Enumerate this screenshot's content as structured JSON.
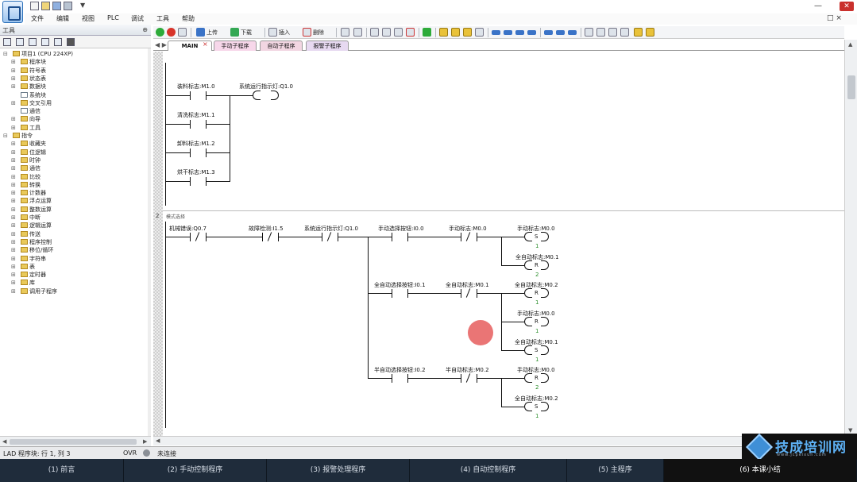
{
  "window": {
    "quick_access_arrow": "▼",
    "minimize": "—",
    "close": "✕"
  },
  "menu": {
    "items": [
      "文件",
      "编辑",
      "视图",
      "PLC",
      "调试",
      "工具",
      "帮助"
    ],
    "right_controls": "□ ×"
  },
  "left_panel": {
    "title": "工具",
    "pin": "⊕",
    "tree": [
      {
        "label": "项目1 (CPU 224XP)",
        "indent": 0,
        "icon": "folder",
        "exp": "⊟"
      },
      {
        "label": "程序块",
        "indent": 1,
        "icon": "folder",
        "exp": "⊞"
      },
      {
        "label": "符号表",
        "indent": 1,
        "icon": "folder",
        "exp": "⊞"
      },
      {
        "label": "状态表",
        "indent": 1,
        "icon": "folder",
        "exp": "⊞"
      },
      {
        "label": "数据块",
        "indent": 1,
        "icon": "folder",
        "exp": "⊞"
      },
      {
        "label": "系统块",
        "indent": 1,
        "icon": "doc",
        "exp": ""
      },
      {
        "label": "交叉引用",
        "indent": 1,
        "icon": "folder",
        "exp": "⊞"
      },
      {
        "label": "通信",
        "indent": 1,
        "icon": "doc",
        "exp": ""
      },
      {
        "label": "向导",
        "indent": 1,
        "icon": "folder",
        "exp": "⊞"
      },
      {
        "label": "工具",
        "indent": 1,
        "icon": "folder",
        "exp": "⊞"
      },
      {
        "label": "指令",
        "indent": 0,
        "icon": "folder",
        "exp": "⊟"
      },
      {
        "label": "收藏夹",
        "indent": 1,
        "icon": "folder",
        "exp": "⊞"
      },
      {
        "label": "位逻辑",
        "indent": 1,
        "icon": "folder",
        "exp": "⊞"
      },
      {
        "label": "时钟",
        "indent": 1,
        "icon": "folder",
        "exp": "⊞"
      },
      {
        "label": "通信",
        "indent": 1,
        "icon": "folder",
        "exp": "⊞"
      },
      {
        "label": "比较",
        "indent": 1,
        "icon": "folder",
        "exp": "⊞"
      },
      {
        "label": "转换",
        "indent": 1,
        "icon": "folder",
        "exp": "⊞"
      },
      {
        "label": "计数器",
        "indent": 1,
        "icon": "folder",
        "exp": "⊞"
      },
      {
        "label": "浮点运算",
        "indent": 1,
        "icon": "folder",
        "exp": "⊞"
      },
      {
        "label": "整数运算",
        "indent": 1,
        "icon": "folder",
        "exp": "⊞"
      },
      {
        "label": "中断",
        "indent": 1,
        "icon": "folder",
        "exp": "⊞"
      },
      {
        "label": "逻辑运算",
        "indent": 1,
        "icon": "folder",
        "exp": "⊞"
      },
      {
        "label": "传送",
        "indent": 1,
        "icon": "folder",
        "exp": "⊞"
      },
      {
        "label": "程序控制",
        "indent": 1,
        "icon": "folder",
        "exp": "⊞"
      },
      {
        "label": "移位/循环",
        "indent": 1,
        "icon": "folder",
        "exp": "⊞"
      },
      {
        "label": "字符串",
        "indent": 1,
        "icon": "folder",
        "exp": "⊞"
      },
      {
        "label": "表",
        "indent": 1,
        "icon": "folder",
        "exp": "⊞"
      },
      {
        "label": "定时器",
        "indent": 1,
        "icon": "folder",
        "exp": "⊞"
      },
      {
        "label": "库",
        "indent": 1,
        "icon": "folder",
        "exp": "⊞"
      },
      {
        "label": "调用子程序",
        "indent": 1,
        "icon": "folder",
        "exp": "⊞"
      }
    ]
  },
  "toolbar": {
    "upload_label": "上传",
    "download_label": "下载",
    "insert_label": "插入",
    "delete_label": "删除"
  },
  "tabs": {
    "nav": "◀ ▶",
    "close": "×",
    "items": [
      {
        "label": "MAIN",
        "bg": "#ffffff",
        "bold": true
      },
      {
        "label": "手动子程序",
        "bg": "#f7d7ea",
        "bold": false
      },
      {
        "label": "自动子程序",
        "bg": "#f2d6e2",
        "bold": false
      },
      {
        "label": "报警子程序",
        "bg": "#e7d9f1",
        "bold": false
      }
    ]
  },
  "network1": {
    "contacts": [
      "装料标志:M1.0",
      "清洗标志:M1.1",
      "卸料标志:M1.2",
      "烘干标志:M1.3"
    ],
    "coil": "系统运行指示灯:Q1.0"
  },
  "network2": {
    "number": "2",
    "comment": "模式选择",
    "row1": {
      "nc1": "机械错误:Q0.7",
      "nc2": "故障检测:I1.5",
      "nc3": "系统运行指示灯:Q1.0",
      "no1": "手动选择按钮:I0.0",
      "nc4": "手动标志:M0.0",
      "coil1": {
        "label": "手动标志:M0.0",
        "type": "S",
        "n": "1"
      },
      "coil2": {
        "label": "全自动标志:M0.1",
        "type": "R",
        "n": "2"
      }
    },
    "row2": {
      "no1": "全自动选择按钮:I0.1",
      "nc1": "全自动标志:M0.1",
      "coil1": {
        "label": "全自动标志:M0.2",
        "type": "R",
        "n": "1"
      },
      "coil2": {
        "label": "手动标志:M0.0",
        "type": "R",
        "n": "1"
      },
      "coil3": {
        "label": "全自动标志:M0.1",
        "type": "S",
        "n": "1"
      }
    },
    "row3": {
      "no1": "半自动选择按钮:I0.2",
      "nc1": "半自动标志:M0.2",
      "coil1": {
        "label": "手动标志:M0.0",
        "type": "R",
        "n": "2"
      },
      "coil2": {
        "label": "全自动标志:M0.2",
        "type": "S",
        "n": "1"
      }
    }
  },
  "status": {
    "position": "LAD 程序块: 行 1, 列 3",
    "mode": "OVR",
    "connection": "未连接"
  },
  "watermark": {
    "text": "技成培训网",
    "sub": "www.jcpeixun.com"
  },
  "chapters": [
    "(1) 前言",
    "(2) 手动控制程序",
    "(3) 报警处理程序",
    "(4) 自动控制程序",
    "(5) 主程序",
    "(6) 本课小结"
  ]
}
